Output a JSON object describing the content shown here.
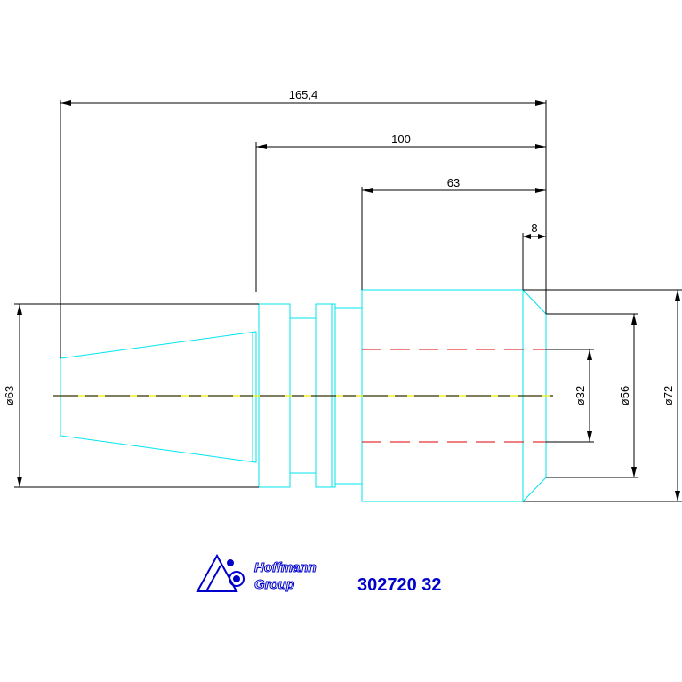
{
  "drawing": {
    "dimensions": {
      "total_length": "165,4",
      "length_100": "100",
      "length_63": "63",
      "length_8": "8",
      "dia_63": "ø63",
      "dia_32": "ø32",
      "dia_56": "ø56",
      "dia_72": "ø72"
    },
    "logo": {
      "line1": "Hoffmann",
      "line2": "Group"
    },
    "part_number": "302720 32",
    "colors": {
      "part_outline": "#00e5ee",
      "dimension": "#000000",
      "hidden_line": "#e00000",
      "center_line": "#eeee00",
      "brand": "#0000cc"
    }
  }
}
